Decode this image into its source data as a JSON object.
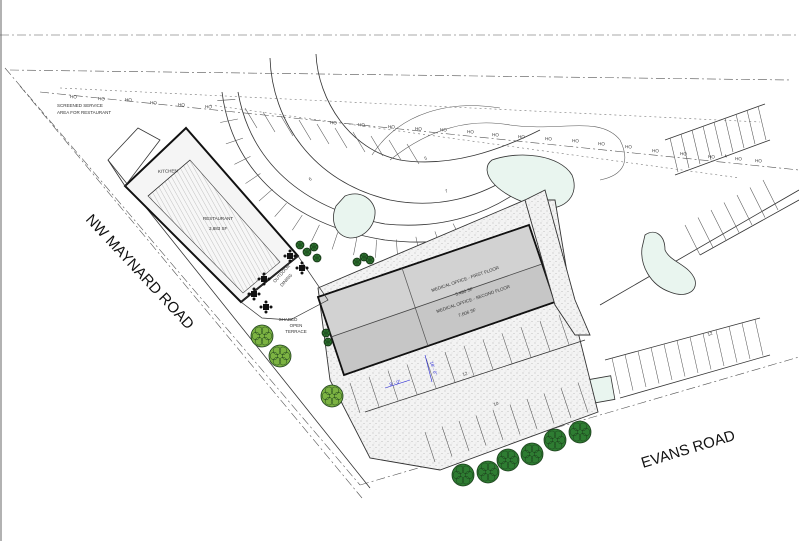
{
  "roads": {
    "maynard": "NW MAYNARD ROAD",
    "evans": "EVANS ROAD"
  },
  "buildings": {
    "restaurant": {
      "name": "RESTAURANT",
      "area": "3,883 SF",
      "kitchen": "KITCHEN"
    },
    "medical_first": {
      "name": "MEDICAL OFFICE - FIRST FLOOR",
      "area": "5,490 SF"
    },
    "medical_second": {
      "name": "MEDICAL OFFICE - SECOND FLOOR",
      "area": "7,606 SF"
    }
  },
  "labels": {
    "screened_service": [
      "SCREENED SERVICE",
      "AREA FOR RESTAURANT"
    ],
    "outdoor_dining": [
      "OUTDOOR",
      "DINING"
    ],
    "shared_terrace": [
      "SHARED",
      "OPEN",
      "TERRACE"
    ]
  },
  "utility_marker": "HO",
  "parking_counts": {
    "row_a": "10",
    "row_b": "12",
    "row_c": "12",
    "row_d": "7",
    "row_e": "5",
    "row_f": "4",
    "row_g": "6",
    "dim_a": "9' - 0\"",
    "dim_b": "18' - 0\""
  },
  "colors": {
    "paving_stipple": "#e6e6e6",
    "building_fill": "#c9c9c9",
    "green_island": "#e9f5ef",
    "tree_dark": "#2e7d32",
    "tree_light": "#7cb342",
    "dim_blue": "#2b2bd6"
  }
}
